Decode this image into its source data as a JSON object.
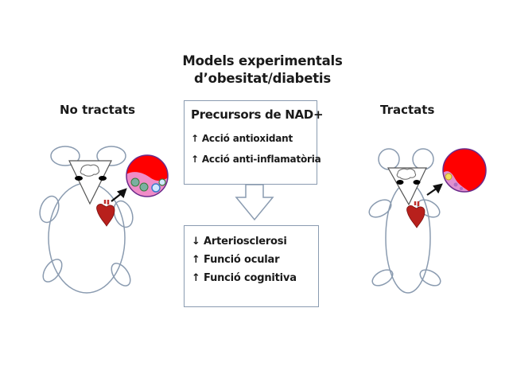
{
  "title_lines": [
    "Models experimentals",
    "d’obesitat/diabetis"
  ],
  "left_panel": {
    "label": "No tractats",
    "plaque_state": "large plaque"
  },
  "right_panel": {
    "label": "Tractats",
    "plaque_state": "small plaque"
  },
  "treatment_box": {
    "heading": "Precursors de NAD+",
    "items": [
      {
        "arrow": "↑",
        "text": "Acció antioxidant"
      },
      {
        "arrow": "↑",
        "text": "Acció anti-inflamatòria"
      }
    ]
  },
  "outcome_box": {
    "items": [
      {
        "arrow": "↓",
        "text": "Arteriosclerosi"
      },
      {
        "arrow": "↑",
        "text": "Funció ocular"
      },
      {
        "arrow": "↑",
        "text": "Funció cognitiva"
      }
    ]
  },
  "colors": {
    "outline": "#8a9bb0",
    "blood": "#ff0000",
    "plaque": "#f08cc8",
    "vessel_border": "#6a2a8a"
  }
}
